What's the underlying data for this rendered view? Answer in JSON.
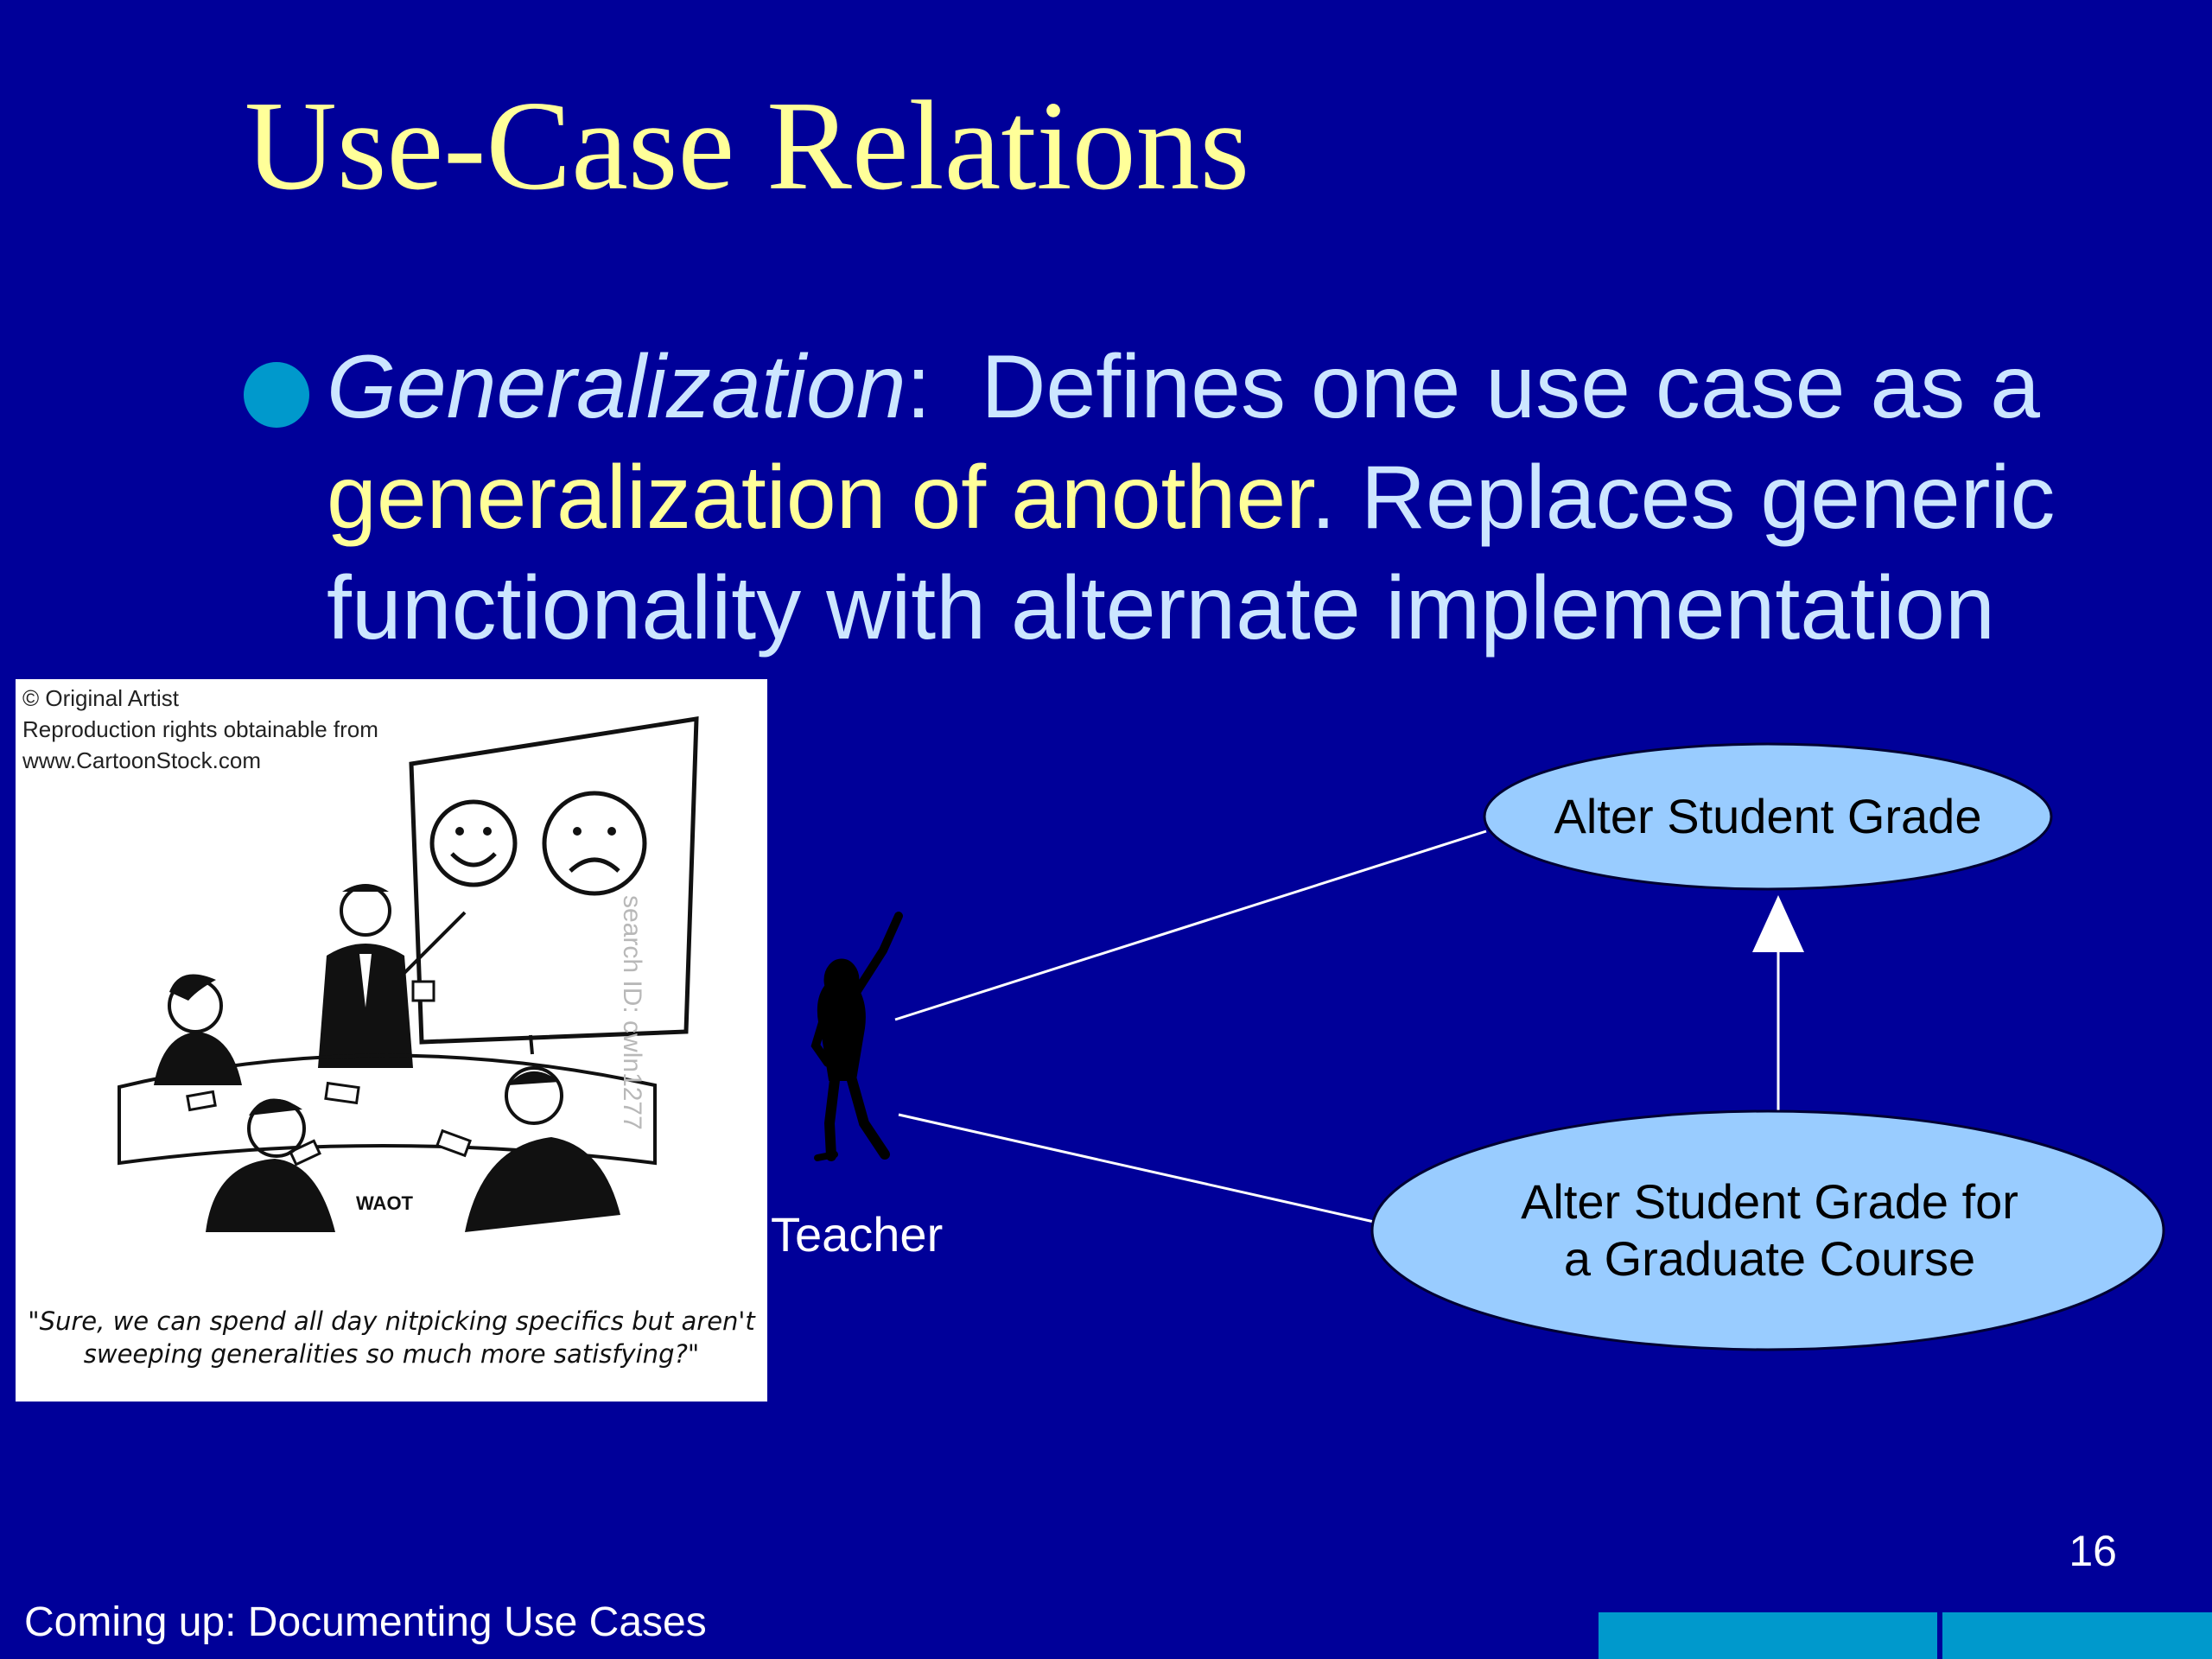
{
  "slide": {
    "title": "Use-Case Relations",
    "bullet": {
      "term": "Generalization",
      "colon": ":",
      "text_1": "  Defines one use case as a ",
      "highlight": "generalization of another",
      "text_2": ". Replaces generic functionality with alternate implementation"
    },
    "cartoon": {
      "credit_lines": [
        "© Original Artist",
        "Reproduction rights obtainable from",
        "www.CartoonStock.com"
      ],
      "search_id": "search ID: cwln1277",
      "signature": "WAOT",
      "caption": "\"Sure, we can spend all day nitpicking specifics but aren't sweeping generalities so much more satisfying?\""
    },
    "diagram": {
      "actor": "Teacher",
      "use_case_general": "Alter Student Grade",
      "use_case_specific_line1": "Alter Student Grade for",
      "use_case_specific_line2": "a Graduate Course"
    },
    "page_number": "16",
    "footer": "Coming up: Documenting Use Cases",
    "colors": {
      "background": "#000099",
      "title": "#ffff99",
      "body_text": "#cce6ff",
      "highlight": "#ffff99",
      "bullet": "#0099cc",
      "use_case_fill": "#99ccff"
    }
  }
}
